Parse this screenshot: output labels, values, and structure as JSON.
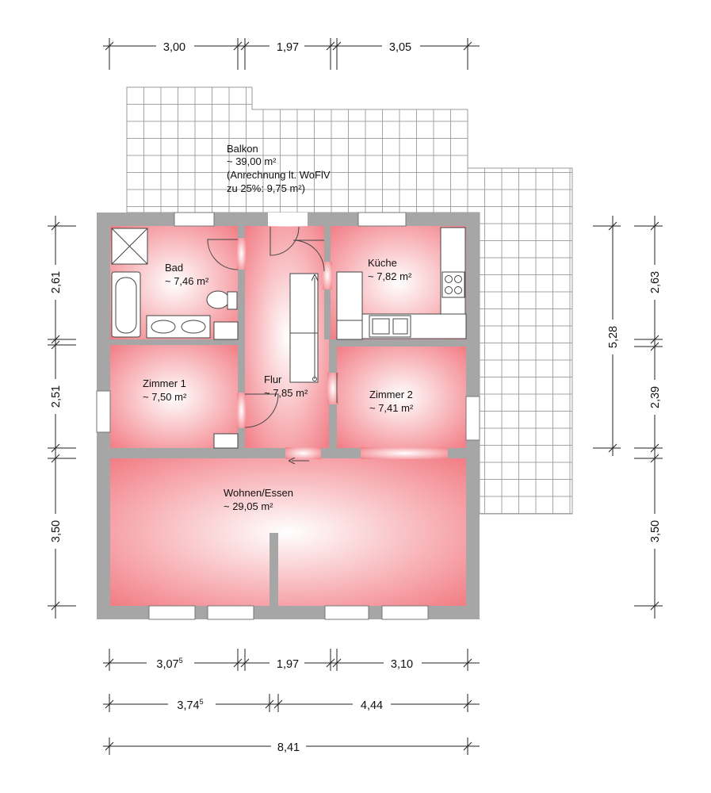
{
  "colors": {
    "wall": "#a6a6a6",
    "room_fill_center": "#ffffff",
    "room_fill_edge": "#f27d85",
    "balcony_grid": "#9a9a9a",
    "dimension_line": "#222222"
  },
  "balcony": {
    "name": "Balkon",
    "area": "~ 39,00 m²",
    "note_line1": "(Anrechnung lt. WoFlV",
    "note_line2": "zu 25%: 9,75 m²)"
  },
  "rooms": [
    {
      "id": "bad",
      "name": "Bad",
      "area": "~ 7,46 m²"
    },
    {
      "id": "kueche",
      "name": "Küche",
      "area": "~ 7,82 m²"
    },
    {
      "id": "zimmer1",
      "name": "Zimmer 1",
      "area": "~ 7,50 m²"
    },
    {
      "id": "flur",
      "name": "Flur",
      "area": "~ 7,85 m²"
    },
    {
      "id": "zimmer2",
      "name": "Zimmer 2",
      "area": "~ 7,41 m²"
    },
    {
      "id": "wohnen",
      "name": "Wohnen/Essen",
      "area": "~ 29,05 m²"
    }
  ],
  "dimensions": {
    "top": [
      "3,00",
      "1,97",
      "3,05"
    ],
    "bottom_row1": [
      {
        "main": "3,07",
        "sup": "5"
      },
      {
        "main": "1,97",
        "sup": ""
      },
      {
        "main": "3,10",
        "sup": ""
      }
    ],
    "bottom_row2": [
      {
        "main": "3,74",
        "sup": "5"
      },
      {
        "main": "4,44",
        "sup": ""
      }
    ],
    "bottom_total": "8,41",
    "left": [
      "2,61",
      "2,51",
      "3,50"
    ],
    "right_outer": [
      "2,63",
      "2,39",
      "3,50"
    ],
    "right_balcony": "5,28"
  }
}
